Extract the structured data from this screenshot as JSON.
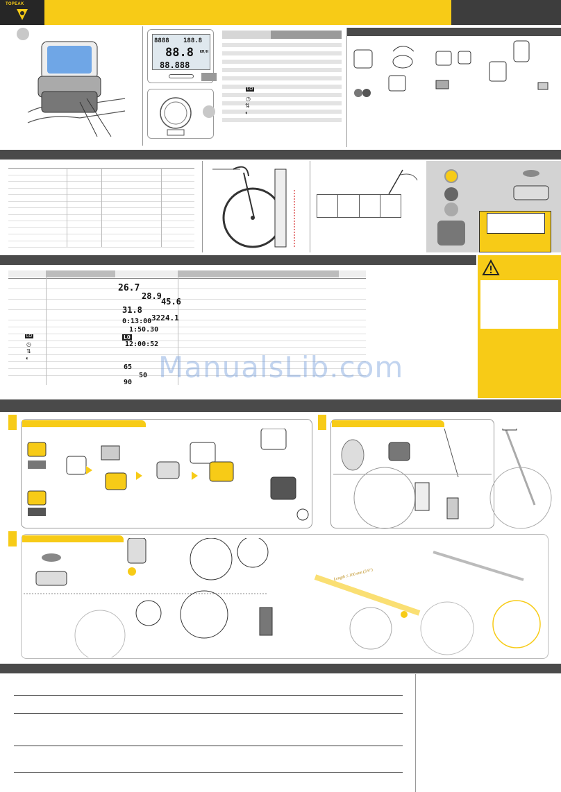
{
  "header": {
    "brand": "TOPEAK",
    "accent": "#f7cb17",
    "dark": "#262626",
    "bar_gray": "#4a4a4a"
  },
  "lcd": {
    "top_left_small": "8888",
    "top_right_small": "188.8",
    "main_digits": "88.8",
    "bottom_digits": "88.888",
    "unit_kmh": "KM/H"
  },
  "display_table": {
    "values": [
      "26.7",
      "28.9",
      "45.6",
      "31.8",
      "3224.1",
      "0:13:00",
      "1:50.30",
      "LO",
      "12:00:52",
      "65",
      "50",
      "90"
    ],
    "icons": [
      "LO",
      "clock",
      "up-down",
      "toggle"
    ]
  },
  "watermark": "ManualsLib.com",
  "install": {
    "length_note": "Length ≤ 100 mm (3.9\")"
  },
  "legend_icons": {
    "lo_battery": "LO",
    "clock_icon": "clock",
    "arrows_icon": "up-down arrows",
    "toggle_icon": "toggle"
  }
}
